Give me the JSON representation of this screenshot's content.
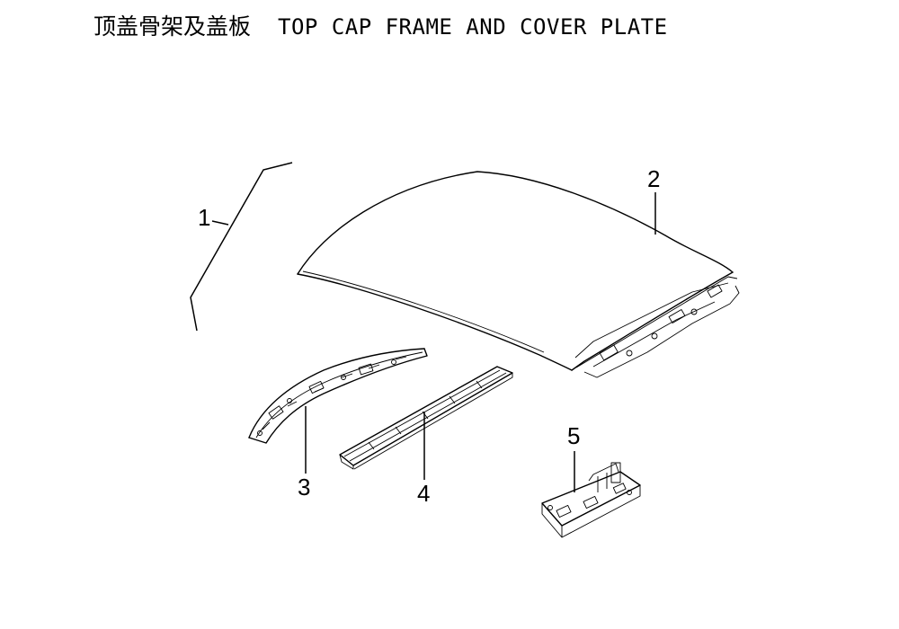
{
  "title": {
    "zh": "顶盖骨架及盖板",
    "en": "TOP CAP FRAME AND COVER PLATE"
  },
  "callouts": {
    "c1": "1",
    "c2": "2",
    "c3": "3",
    "c4": "4",
    "c5": "5"
  }
}
